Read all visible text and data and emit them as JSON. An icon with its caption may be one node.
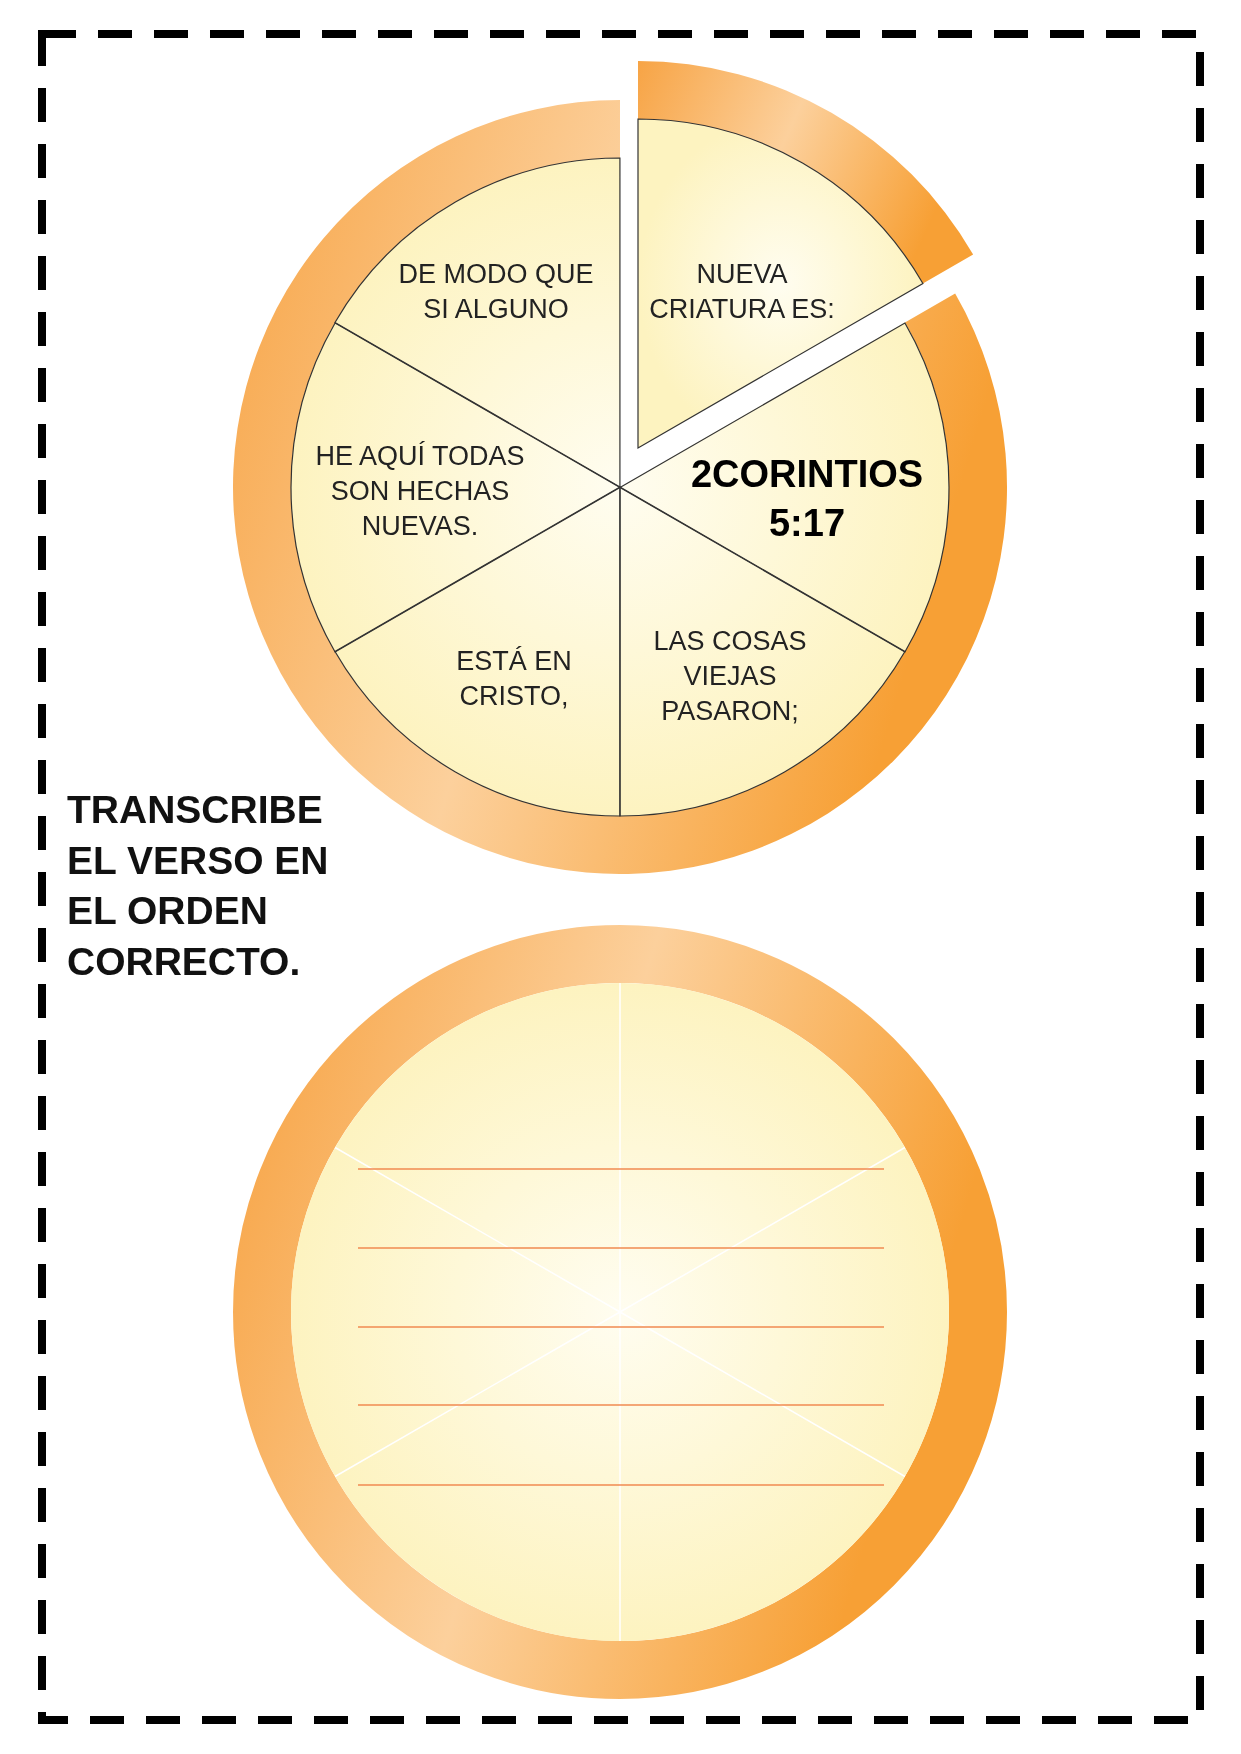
{
  "diagram": {
    "title": "TRANSCRIBE EL VERSO EN EL ORDEN CORRECTO.",
    "nodes": [
      {
        "text": [],
        "shape": "circle"
      },
      {
        "text": [
          "DE MODO QUE SI ALGUNO"
        ],
        "in": 0
      },
      {
        "text": [
          "NUEVA CRIATURA ES:"
        ]
      },
      {
        "text": [
          "HE AQUÍ TODAS SON HECHAS NUEVAS."
        ],
        "in": 0
      },
      {
        "text": [
          "2CORINTIOS 5:17"
        ],
        "in": 0
      },
      {
        "text": [
          "ESTÁ EN CRISTO,"
        ],
        "in": 0
      },
      {
        "text": [
          "LAS COSAS VIEJAS PASARON;"
        ],
        "in": 0
      },
      {
        "text": [],
        "shape": "circle"
      }
    ],
    "edges": []
  }
}
